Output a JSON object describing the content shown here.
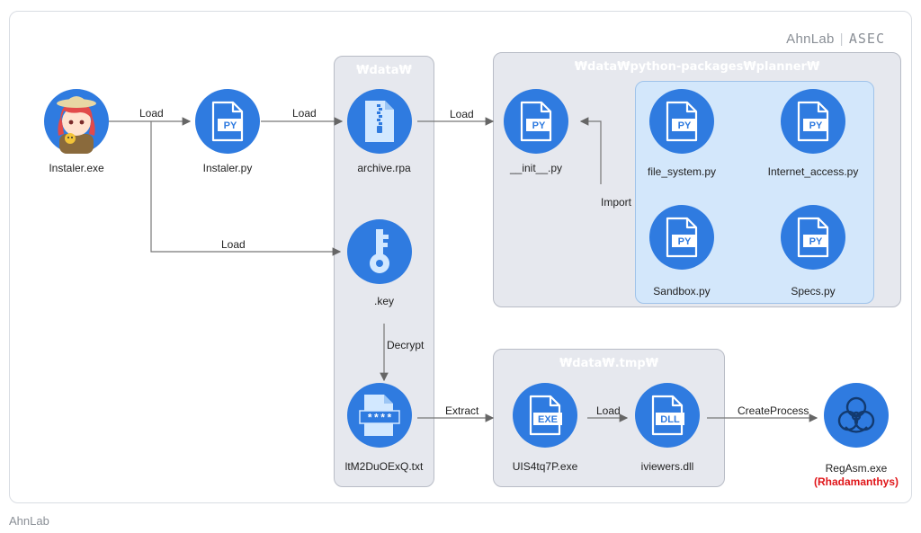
{
  "brand": {
    "name": "AhnLab",
    "team": "ASEC"
  },
  "footer": "AhnLab",
  "panels": {
    "data": "₩data₩",
    "python": "₩data₩python-packages₩planner₩",
    "tmp": "₩data₩.tmp₩"
  },
  "nodes": {
    "installer_exe": "Instaler.exe",
    "installer_py": "Instaler.py",
    "archive": "archive.rpa",
    "key": ".key",
    "txt": "ltM2DuOExQ.txt",
    "init": "__init__.py",
    "file_system": "file_system.py",
    "internet": "Internet_access.py",
    "sandbox": "Sandbox.py",
    "specs": "Specs.py",
    "uis": "UIS4tq7P.exe",
    "dll": "iviewers.dll",
    "regasm": "RegAsm.exe",
    "regasm_note": "(Rhadamanthys)"
  },
  "badges": {
    "py": "PY",
    "exe": "EXE",
    "dll": "DLL",
    "password": "****"
  },
  "edges": {
    "load1": "Load",
    "load2": "Load",
    "load3": "Load",
    "load_key": "Load",
    "import": "Import",
    "decrypt": "Decrypt",
    "extract": "Extract",
    "load4": "Load",
    "create": "CreateProcess"
  },
  "colors": {
    "node": "#2f7be0",
    "panel": "#e6e8ee",
    "inner_panel": "#d3e7fb",
    "malware_label": "#e0161a"
  },
  "icons": {
    "installer_exe": "anime-character-avatar",
    "installer_py": "python-file-icon",
    "archive": "zip-archive-icon",
    "key": "key-icon",
    "txt": "password-file-icon",
    "uis": "exe-file-icon",
    "dll": "dll-file-icon",
    "regasm": "biohazard-icon"
  }
}
